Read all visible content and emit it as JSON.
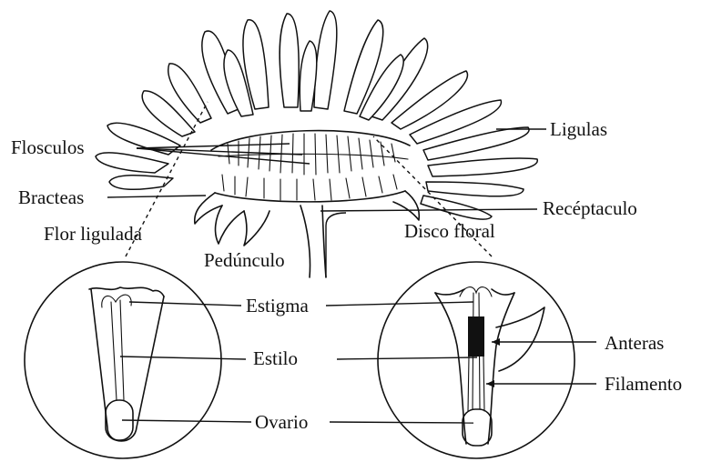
{
  "labels": {
    "flosculos": "Flosculos",
    "ligulas": "Ligulas",
    "bracteas": "Bracteas",
    "receptaculo": "Recéptaculo",
    "flor_ligulada": "Flor ligulada",
    "disco_floral": "Disco floral",
    "pedunculo": "Pedúnculo",
    "estigma": "Estigma",
    "estilo": "Estilo",
    "ovario": "Ovario",
    "anteras": "Anteras",
    "filamento": "Filamento"
  }
}
